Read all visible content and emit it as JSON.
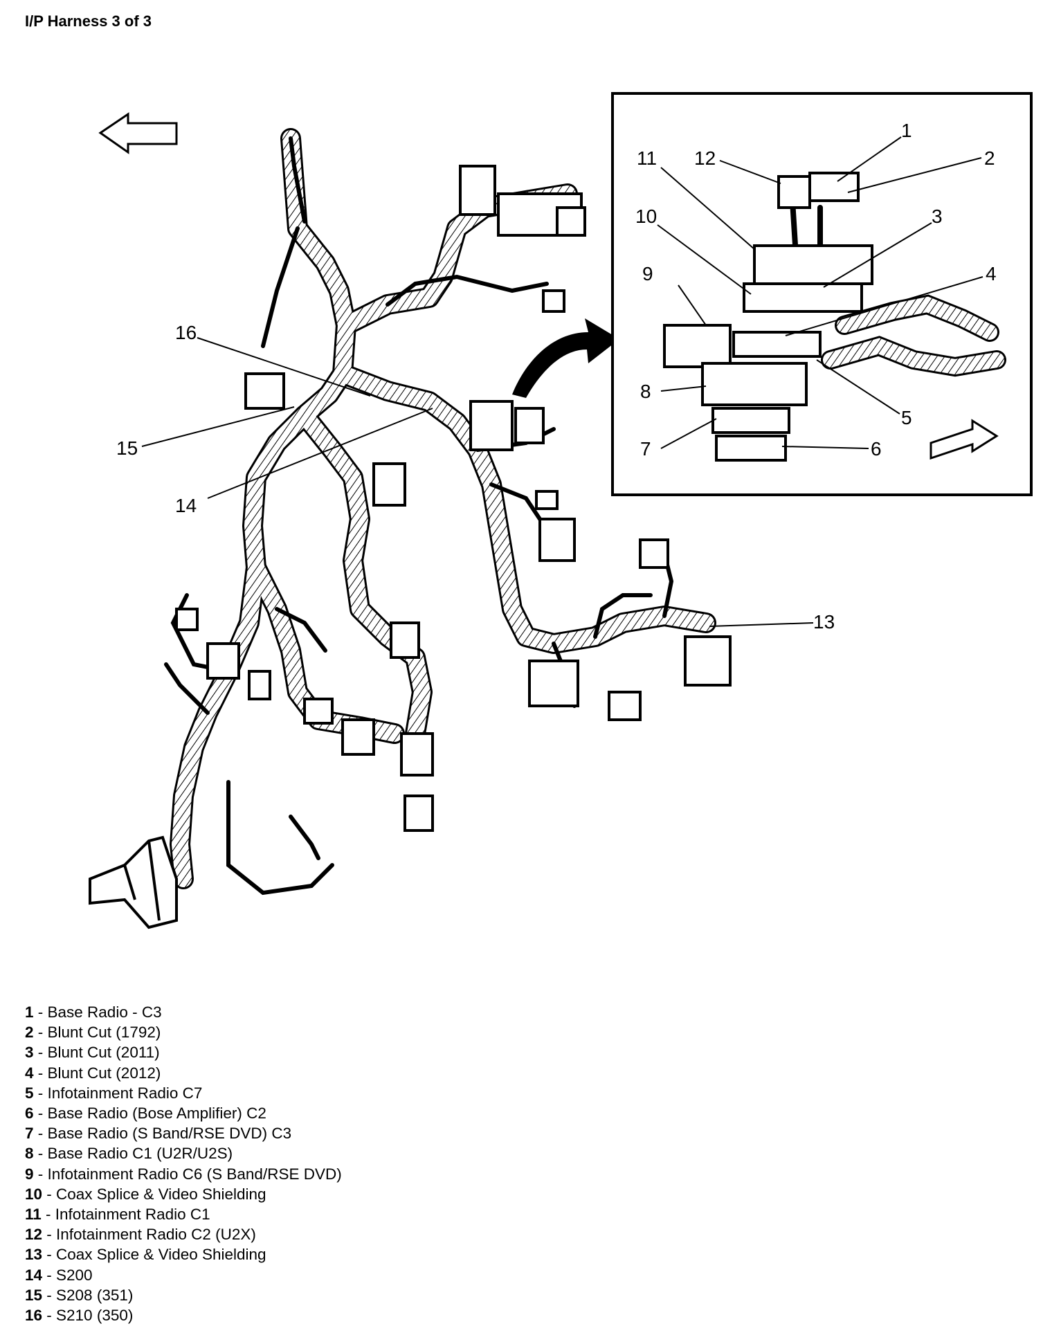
{
  "title": "I/P Harness 3 of 3",
  "callouts": {
    "c1": "1",
    "c2": "2",
    "c3": "3",
    "c4": "4",
    "c5": "5",
    "c6": "6",
    "c7": "7",
    "c8": "8",
    "c9": "9",
    "c10": "10",
    "c11": "11",
    "c12": "12",
    "c13": "13",
    "c14": "14",
    "c15": "15",
    "c16": "16"
  },
  "legend": [
    {
      "num": "1",
      "text": " - Base Radio - C3"
    },
    {
      "num": "2",
      "text": " - Blunt Cut (1792)"
    },
    {
      "num": "3",
      "text": " - Blunt Cut (2011)"
    },
    {
      "num": "4",
      "text": " - Blunt Cut (2012)"
    },
    {
      "num": "5",
      "text": " - Infotainment Radio C7"
    },
    {
      "num": "6",
      "text": " - Base Radio (Bose Amplifier) C2"
    },
    {
      "num": "7",
      "text": " - Base Radio (S Band/RSE DVD) C3"
    },
    {
      "num": "8",
      "text": " - Base Radio C1 (U2R/U2S)"
    },
    {
      "num": "9",
      "text": " - Infotainment Radio C6 (S Band/RSE DVD)"
    },
    {
      "num": "10",
      "text": " - Coax Splice & Video Shielding"
    },
    {
      "num": "11",
      "text": " - Infotainment Radio C1"
    },
    {
      "num": "12",
      "text": " - Infotainment Radio C2 (U2X)"
    },
    {
      "num": "13",
      "text": " - Coax Splice & Video Shielding"
    },
    {
      "num": "14",
      "text": " - S200"
    },
    {
      "num": "15",
      "text": " - S208 (351)"
    },
    {
      "num": "16",
      "text": " - S210 (350)"
    }
  ]
}
